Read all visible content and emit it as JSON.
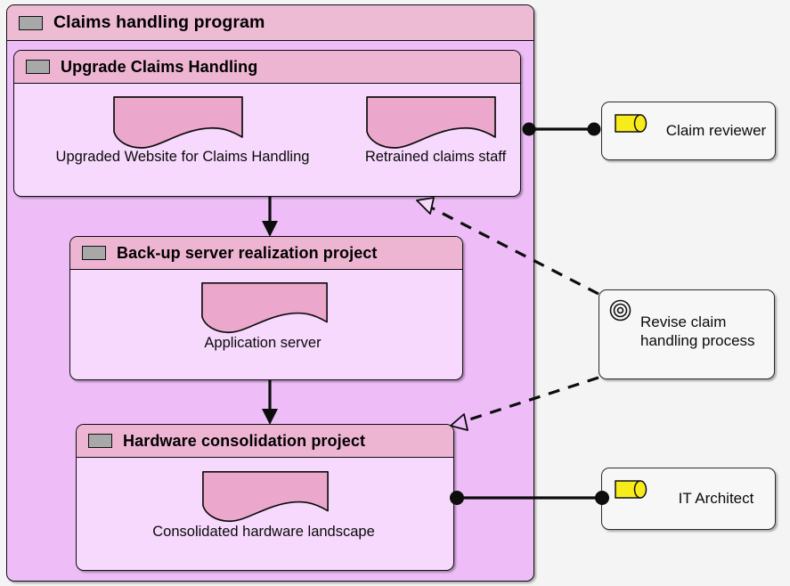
{
  "diagram": {
    "title": "Claims handling program",
    "background_color": "#f4f4f4",
    "notation": "ArchiMate implementation and migration view"
  },
  "colors": {
    "program_header": "#eebbd5",
    "program_body": "#eebdf8",
    "project_header": "#eeb5d3",
    "project_body": "#f6d9fc",
    "deliverable_fill": "#eca7cc",
    "role_icon_fill": "#f7eb1c",
    "work_package_icon_fill": "#a8a8a8",
    "line": "#0d0d0d",
    "node_fill": "#f7f7f7"
  },
  "program": {
    "label": "Claims handling program",
    "icon": "work-package-icon"
  },
  "projects": [
    {
      "id": "upgrade",
      "label": "Upgrade Claims Handling",
      "icon": "work-package-icon",
      "deliverables": [
        {
          "label": "Upgraded Website for Claims Handling"
        },
        {
          "label": "Retrained claims staff"
        }
      ]
    },
    {
      "id": "backup",
      "label": "Back-up server realization project",
      "icon": "work-package-icon",
      "deliverables": [
        {
          "label": "Application server"
        }
      ]
    },
    {
      "id": "hardware",
      "label": "Hardware consolidation project",
      "icon": "work-package-icon",
      "deliverables": [
        {
          "label": "Consolidated hardware landscape"
        }
      ]
    }
  ],
  "nodes": [
    {
      "id": "claim-reviewer",
      "label": "Claim reviewer",
      "icon": "business-role-icon",
      "type": "role"
    },
    {
      "id": "revise-process",
      "label_line1": "Revise claim",
      "label_line2": "handling process",
      "icon": "goal-icon",
      "type": "goal"
    },
    {
      "id": "it-architect",
      "label": "IT Architect",
      "icon": "business-role-icon",
      "type": "role"
    }
  ],
  "relationships": [
    {
      "id": "trigger-upgrade-to-backup",
      "type": "triggering",
      "style": "solid-filled-arrow",
      "from": "Upgrade Claims Handling",
      "to": "Back-up server realization project"
    },
    {
      "id": "trigger-backup-to-hardware",
      "type": "triggering",
      "style": "solid-filled-arrow",
      "from": "Back-up server realization project",
      "to": "Hardware consolidation project"
    },
    {
      "id": "realize-upgrade-to-goal",
      "type": "realization",
      "style": "dashed-hollow-triangle",
      "from": "Revise claim handling process",
      "to": "Upgrade Claims Handling"
    },
    {
      "id": "realize-hardware-to-goal",
      "type": "realization",
      "style": "dashed-hollow-triangle",
      "from": "Revise claim handling process",
      "to": "Hardware consolidation project"
    },
    {
      "id": "assoc-upgrade-claim-reviewer",
      "type": "association",
      "style": "solid-ball-ends",
      "from": "Upgrade Claims Handling",
      "to": "Claim reviewer"
    },
    {
      "id": "assoc-hardware-it-architect",
      "type": "association",
      "style": "solid-ball-ends",
      "from": "Hardware consolidation project",
      "to": "IT Architect"
    }
  ]
}
